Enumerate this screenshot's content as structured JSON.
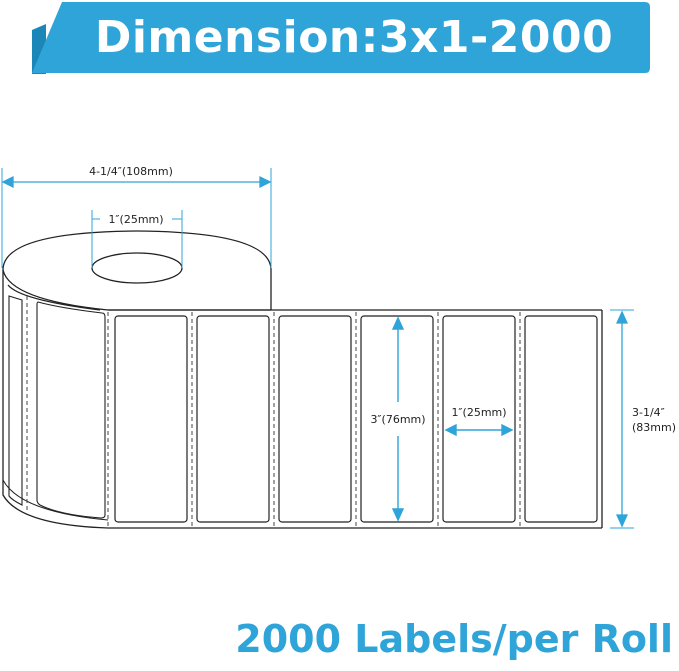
{
  "header": {
    "title": "Dimension:3x1-2000"
  },
  "diagram": {
    "roll_outer_width_label": "4-1/4″(108mm)",
    "core_width_label": "1″(25mm)",
    "label_height_label": "3″(76mm)",
    "label_width_label": "1″(25mm)",
    "liner_height_label_line1": "3-1/4″",
    "liner_height_label_line2": "(83mm)"
  },
  "footer": {
    "text": "2000 Labels/per Roll"
  },
  "colors": {
    "accent": "#2ea4d8",
    "accent_dark": "#1b86b8",
    "line": "#222222"
  }
}
